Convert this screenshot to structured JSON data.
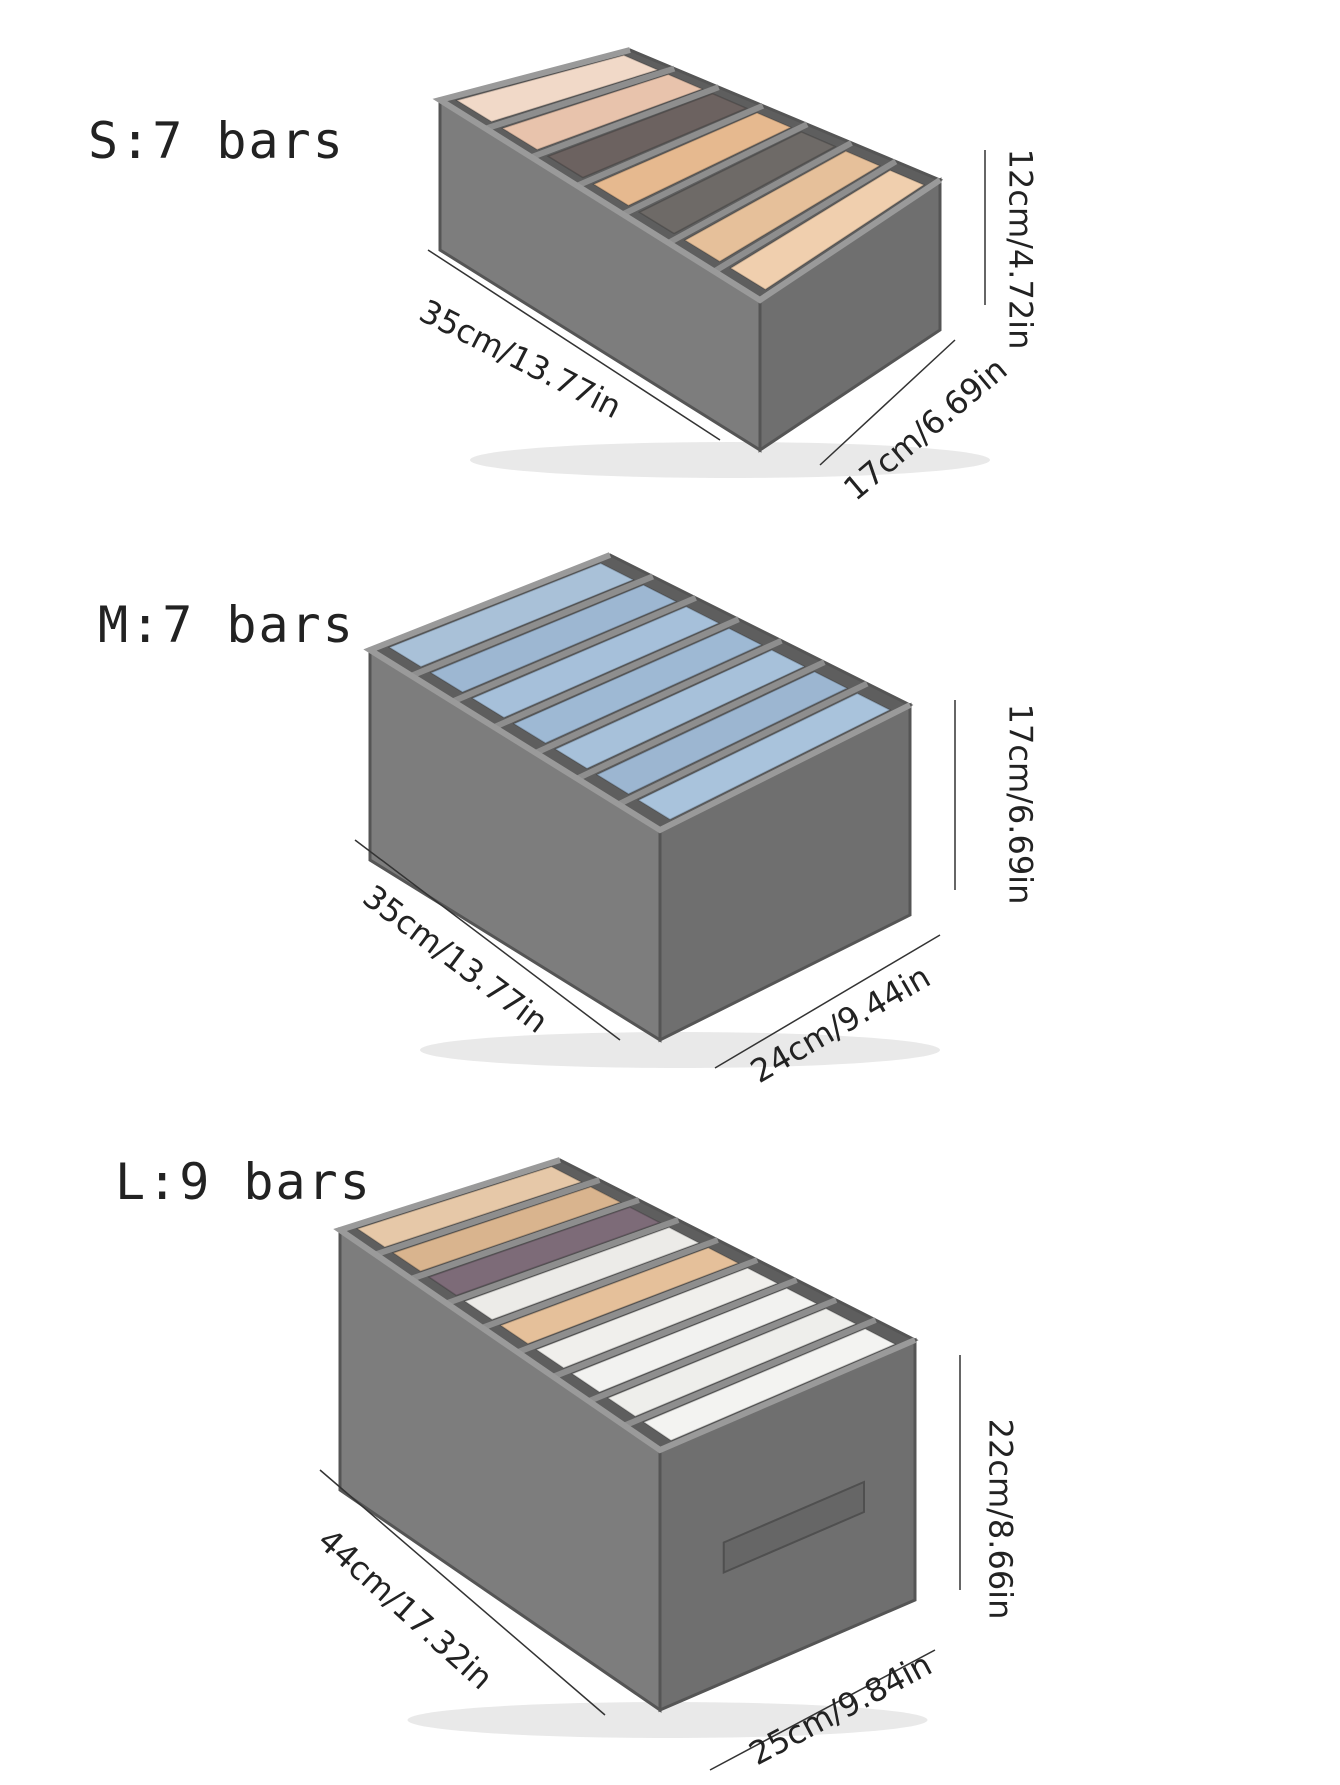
{
  "colors": {
    "fabric_top": "#8e8e8e",
    "fabric_front": "#7d7d7d",
    "fabric_side": "#6f6f6f",
    "divider": "#5e5e5e",
    "dim_line": "#333333"
  },
  "organizers": [
    {
      "size_label": "S:7 bars",
      "length": "35cm/13.77in",
      "width": "17cm/6.69in",
      "height": "12cm/4.72in",
      "cloth_colors": [
        "#f1d9c8",
        "#e8c3ac",
        "#6c6260",
        "#e6b98f",
        "#6e6a67",
        "#e6c09a",
        "#f0cfae"
      ]
    },
    {
      "size_label": "M:7 bars",
      "length": "35cm/13.77in",
      "width": "24cm/9.44in",
      "height": "17cm/6.69in",
      "cloth_colors": [
        "#a9c1d8",
        "#9db7d2",
        "#a6c0da",
        "#9eb9d4",
        "#a7c1da",
        "#9cb6d1",
        "#a9c3dc"
      ]
    },
    {
      "size_label": "L:9 bars",
      "length": "44cm/17.32in",
      "width": "25cm/9.84in",
      "height": "22cm/8.66in",
      "cloth_colors": [
        "#e6c8a8",
        "#d9b48e",
        "#7d6b78",
        "#ecebe8",
        "#e5c09a",
        "#f0efec",
        "#f2f2f0",
        "#eeeeeb",
        "#f3f3f1"
      ]
    }
  ]
}
